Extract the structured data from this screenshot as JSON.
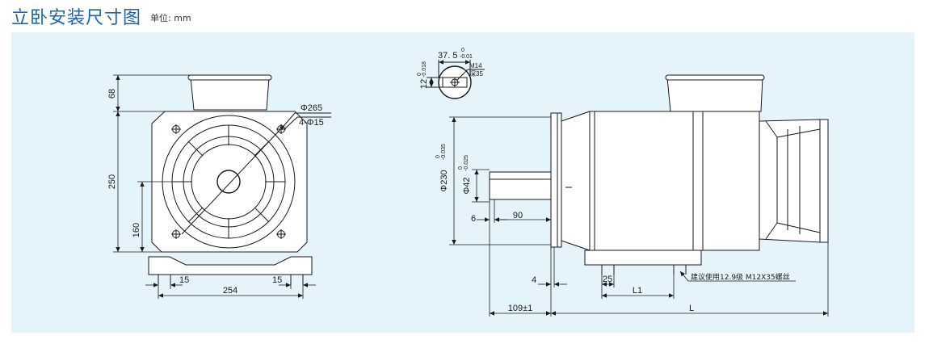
{
  "header": {
    "title": "立卧安装尺寸图",
    "unit_label": "单位: mm"
  },
  "colors": {
    "title": "#1c63b7",
    "panel": "#e5f4fb",
    "line": "#1a1a1a"
  },
  "front_view": {
    "dim_68": "68",
    "dim_250": "250",
    "dim_160": "160",
    "dim_15_left": "15",
    "dim_15_right": "15",
    "dim_254": "254",
    "phi265": "Φ265",
    "holes": "4-Φ15"
  },
  "key_section": {
    "width": "37. 5",
    "width_tol_upper": "0",
    "width_tol_lower": "-0.01",
    "height": "12",
    "height_tol_upper": "0",
    "height_tol_lower": "-0.018",
    "thread": "M14",
    "depth": "深35"
  },
  "side_view": {
    "phi230": "Φ230",
    "phi230_tol_upper": "0",
    "phi230_tol_lower": "-0.035",
    "phi42": "Φ42",
    "phi42_tol_upper": "0",
    "phi42_tol_lower": "-0.025",
    "dim_6": "6",
    "dim_90": "90",
    "dim_4": "4",
    "dim_25": "25",
    "dim_L1": "L1",
    "dim_109": "109±1",
    "dim_L": "L",
    "bolt_note": "建议使用12.9级 M12X35螺丝"
  }
}
